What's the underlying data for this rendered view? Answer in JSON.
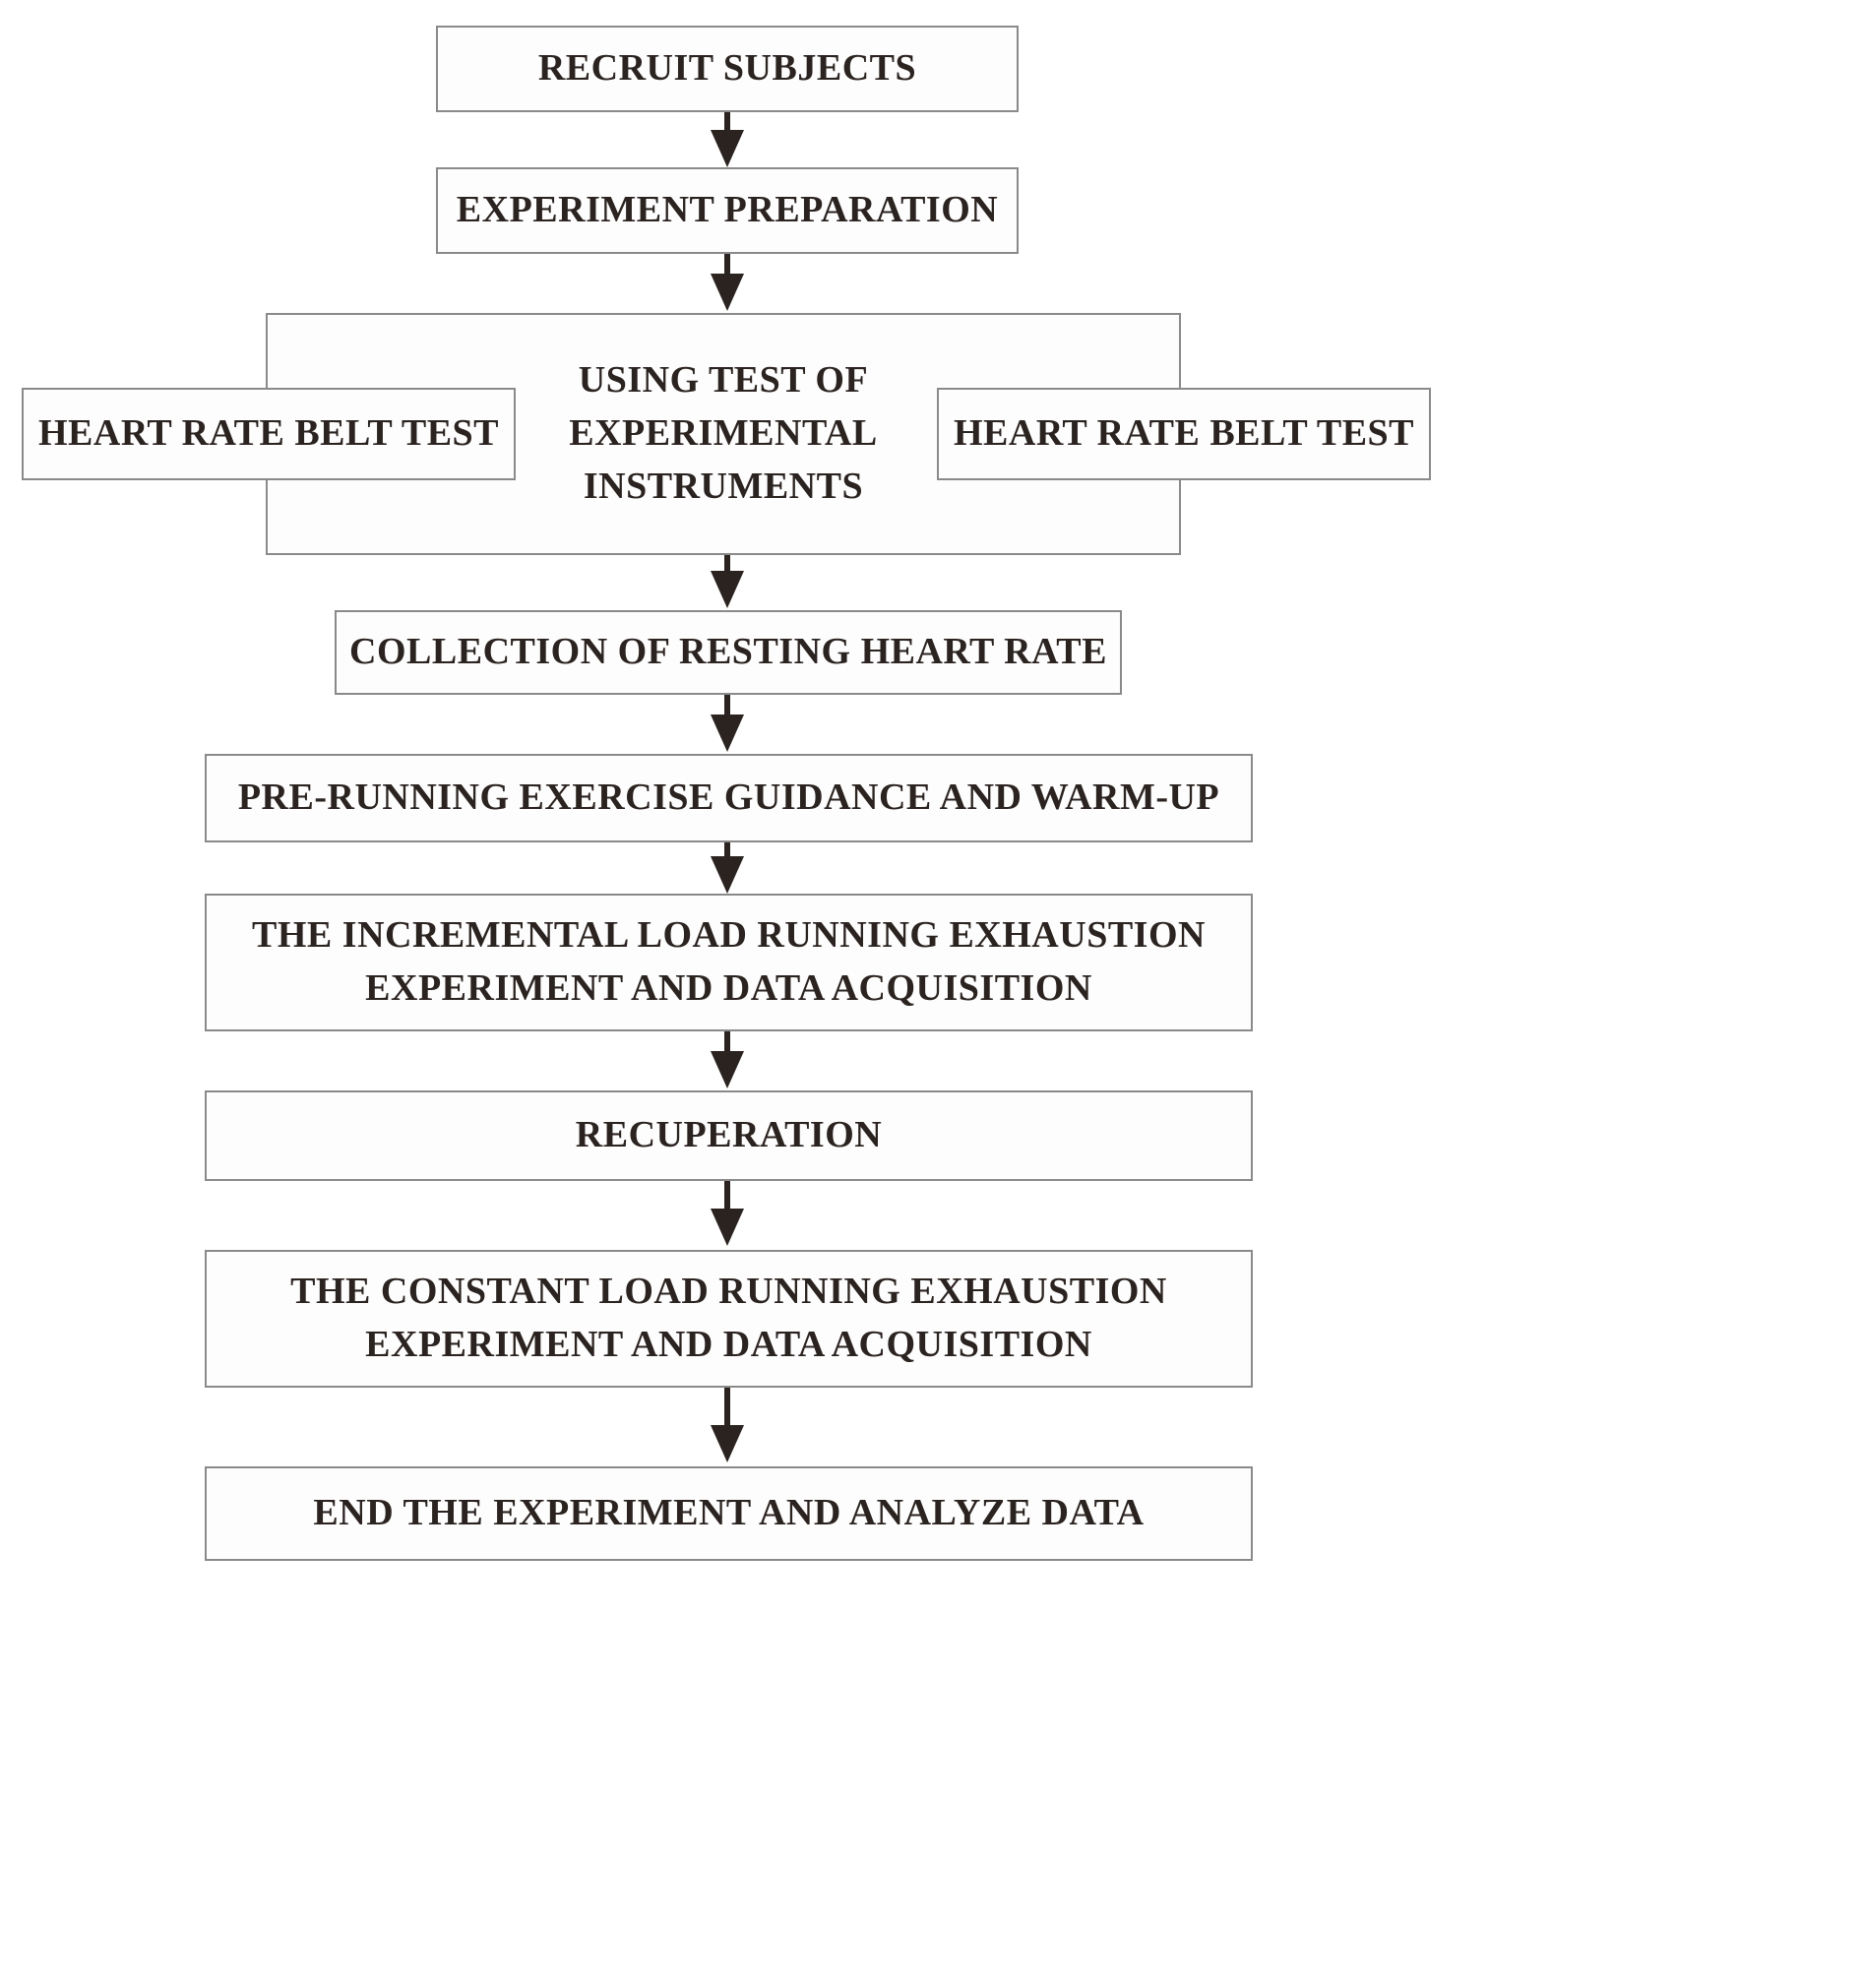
{
  "diagram": {
    "title": "Experimental procedure flowchart",
    "colors": {
      "box_border": "#8a8a8a",
      "box_fill": "#fdfdfd",
      "text": "#2b2320",
      "arrow": "#2b2320",
      "page_background": "#ffffff"
    },
    "nodes": [
      {
        "id": "recruit",
        "label": "RECRUIT SUBJECTS"
      },
      {
        "id": "preparation",
        "label": "EXPERIMENT PREPARATION"
      },
      {
        "id": "using_test",
        "label": "USING TEST OF\nEXPERIMENTAL\nINSTRUMENTS"
      },
      {
        "id": "hr_belt_left",
        "label": "HEART RATE BELT TEST"
      },
      {
        "id": "hr_belt_right",
        "label": "HEART RATE BELT TEST"
      },
      {
        "id": "collection",
        "label": "COLLECTION OF RESTING HEART RATE"
      },
      {
        "id": "prerun",
        "label": "PRE-RUNNING EXERCISE GUIDANCE AND WARM-UP"
      },
      {
        "id": "incremental",
        "label": "THE INCREMENTAL LOAD RUNNING EXHAUSTION\nEXPERIMENT AND DATA ACQUISITION"
      },
      {
        "id": "recuperation",
        "label": "RECUPERATION"
      },
      {
        "id": "constant",
        "label": "THE CONSTANT LOAD RUNNING EXHAUSTION\nEXPERIMENT AND DATA ACQUISITION"
      },
      {
        "id": "end",
        "label": "END THE EXPERIMENT AND ANALYZE DATA"
      }
    ],
    "edges": [
      {
        "from": "recruit",
        "to": "preparation",
        "arrow": "down"
      },
      {
        "from": "preparation",
        "to": "using_test",
        "arrow": "down"
      },
      {
        "from": "using_test",
        "to": "collection",
        "arrow": "down"
      },
      {
        "from": "collection",
        "to": "prerun",
        "arrow": "down"
      },
      {
        "from": "prerun",
        "to": "incremental",
        "arrow": "down"
      },
      {
        "from": "incremental",
        "to": "recuperation",
        "arrow": "down"
      },
      {
        "from": "recuperation",
        "to": "constant",
        "arrow": "down"
      },
      {
        "from": "constant",
        "to": "end",
        "arrow": "down"
      }
    ]
  }
}
